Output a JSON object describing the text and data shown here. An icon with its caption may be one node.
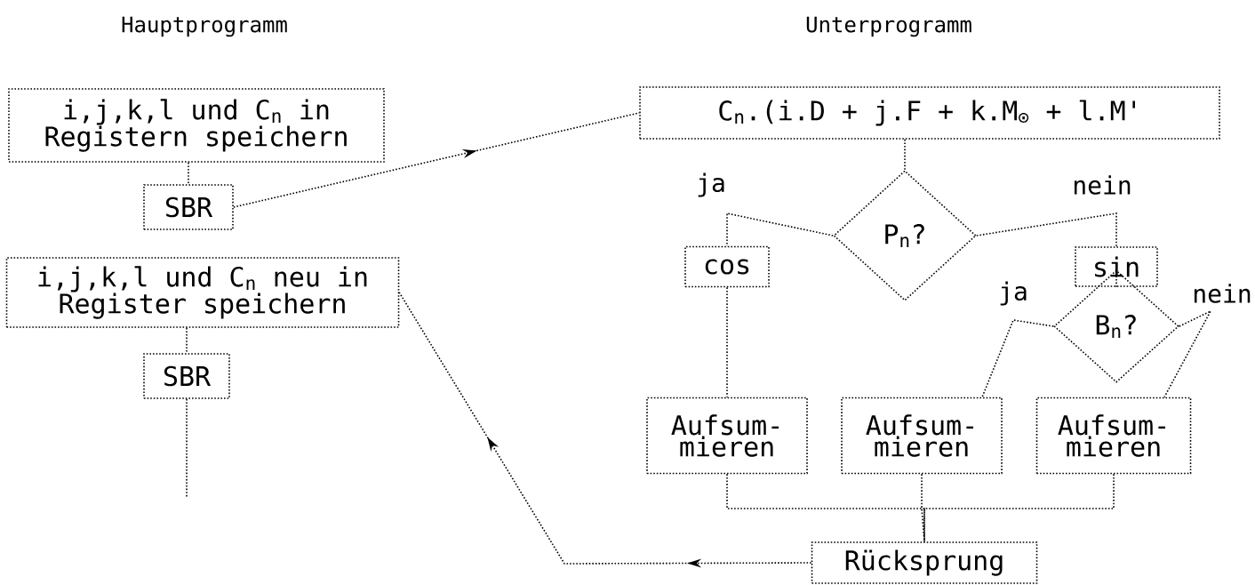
{
  "diagram": {
    "nodes": [
      {
        "text": [
          "i,j,k,l und C$_{n}$ in Registern speichern"
        ]
      },
      {
        "text": [
          "SBR"
        ]
      },
      {
        "text": [
          "i,j,k,l und C$_{n}$ neu in Register speichern"
        ]
      },
      {
        "text": [
          "SBR"
        ]
      },
      {
        "text": [
          "C$_{n}$.(i.D + j.F + k.M$_{⊙}$ + l.M'"
        ]
      },
      {
        "text": [
          "P$_{n}$?"
        ]
      },
      {
        "text": [
          "cos"
        ]
      },
      {
        "text": [
          "sin"
        ]
      },
      {
        "text": [
          "B$_{n}$?"
        ]
      },
      {
        "text": [
          "Aufsum- mieren"
        ]
      },
      {
        "text": [
          "Aufsum- mieren"
        ]
      },
      {
        "text": [
          "Aufsum- mieren"
        ]
      },
      {
        "text": [
          "Rücksprung"
        ]
      }
    ],
    "edges": [
      {
        "from": 0,
        "to": 1,
        "arrow": "none"
      },
      {
        "from": 1,
        "to": 4,
        "arrow": "to"
      },
      {
        "from": 2,
        "to": 3,
        "arrow": "none"
      },
      {
        "from": 3,
        "to": null,
        "arrow": "none"
      },
      {
        "from": 4,
        "to": 5,
        "arrow": "none"
      },
      {
        "from": 5,
        "to": 6,
        "arrow": "none",
        "label": "ja"
      },
      {
        "from": 5,
        "to": 7,
        "arrow": "none",
        "label": "nein"
      },
      {
        "from": 7,
        "to": 8,
        "arrow": "none"
      },
      {
        "from": 6,
        "to": 9,
        "arrow": "none"
      },
      {
        "from": 8,
        "to": 10,
        "arrow": "none",
        "label": "ja"
      },
      {
        "from": 8,
        "to": 11,
        "arrow": "none",
        "label": "nein"
      },
      {
        "from": 9,
        "to": 12,
        "arrow": "none"
      },
      {
        "from": 10,
        "to": 12,
        "arrow": "none"
      },
      {
        "from": 11,
        "to": 12,
        "arrow": "none"
      },
      {
        "from": 12,
        "to": 2,
        "arrow": "to"
      }
    ],
    "labels": [
      "Hauptprogramm",
      "Unterprogramm"
    ]
  }
}
